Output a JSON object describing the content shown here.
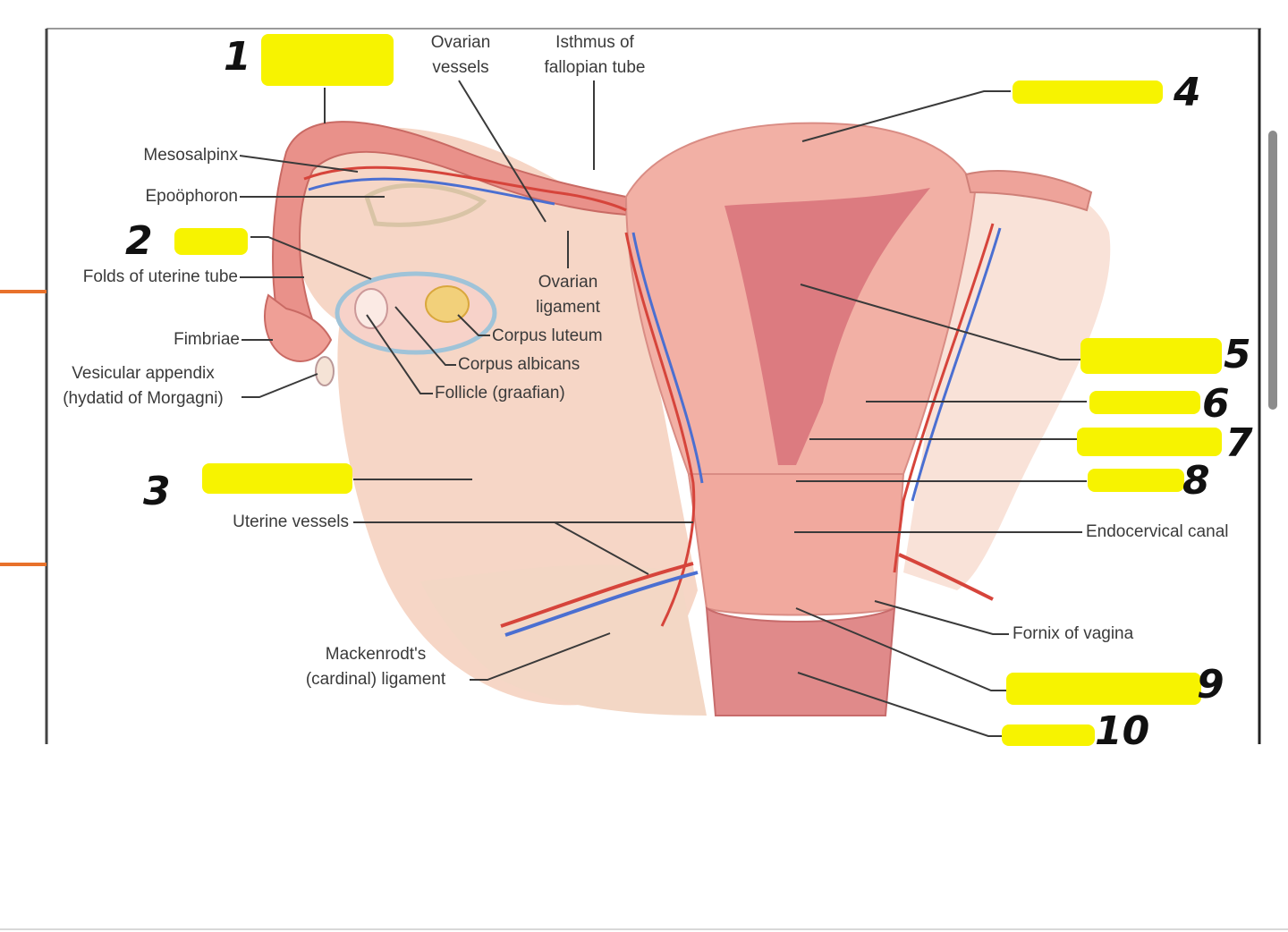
{
  "diagram": {
    "labels": {
      "ovarian_vessels": [
        "Ovarian",
        "vessels"
      ],
      "isthmus": [
        "Isthmus of",
        "fallopian tube"
      ],
      "mesosalpinx": "Mesosalpinx",
      "epoophoron": "Epoöphoron",
      "folds_uterine_tube": "Folds of uterine tube",
      "fimbriae": "Fimbriae",
      "vesicular_appendix": [
        "Vesicular appendix",
        "(hydatid of Morgagni)"
      ],
      "ovarian_ligament": [
        "Ovarian",
        "ligament"
      ],
      "corpus_luteum": "Corpus luteum",
      "corpus_albicans": "Corpus albicans",
      "follicle": "Follicle (graafian)",
      "uterine_vessels": "Uterine vessels",
      "mackenrodt": [
        "Mackenrodt's",
        "(cardinal) ligament"
      ],
      "endocervical_canal": "Endocervical canal",
      "fornix_vagina": "Fornix of vagina"
    },
    "blank_markers": [
      "1",
      "2",
      "3",
      "4",
      "5",
      "6",
      "7",
      "8",
      "9",
      "10"
    ],
    "highlight_color": "#f7f300",
    "accent_color": "#e8712b"
  }
}
